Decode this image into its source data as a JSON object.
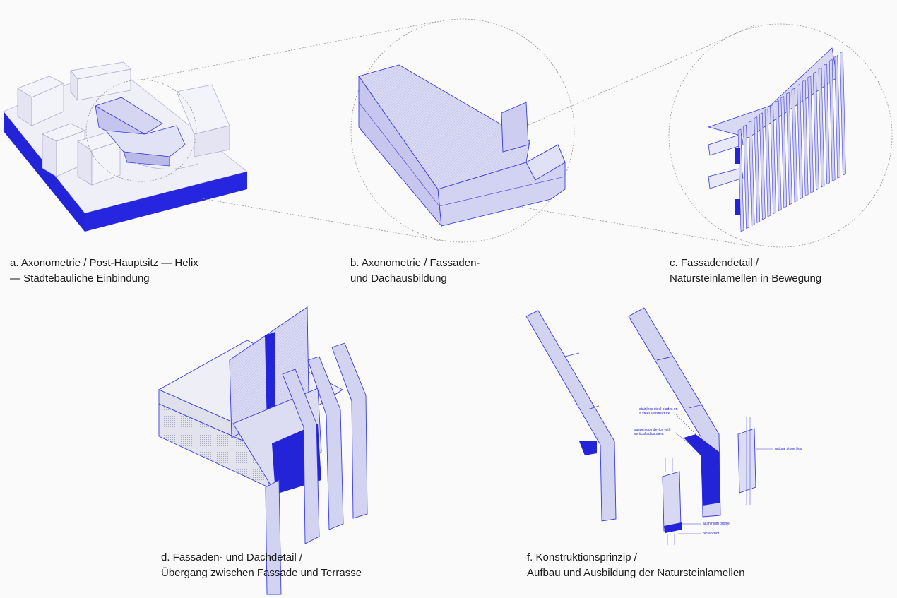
{
  "colors": {
    "accent": "#2323d8",
    "fill_light": "#d6d6f3",
    "fill_mid": "#babaea",
    "line": "#3a3ae0",
    "background": "#fafafa"
  },
  "captions": {
    "a": {
      "line1": "a. Axonometrie / Post-Hauptsitz — Helix",
      "line2": "— Städtebauliche Einbindung"
    },
    "b": {
      "line1": "b. Axonometrie / Fassaden-",
      "line2": "und Dachausbildung"
    },
    "c": {
      "line1": "c. Fassadendetail /",
      "line2": "Natursteinlamellen in Bewegung"
    },
    "d": {
      "line1": "d. Fassaden- und Dachdetail /",
      "line2": "Übergang zwischen Fassade und Terrasse"
    },
    "f": {
      "line1": "f. Konstruktionsprinzip /",
      "line2": "Aufbau und Ausbildung der Natursteinlamellen"
    }
  },
  "annotations": {
    "blades": {
      "line1": "stainless steel blades on",
      "line2": "a steel substructure"
    },
    "suspension": {
      "line1": "suspension device with",
      "line2": "vertical adjustment"
    },
    "fins": "natural stone fins",
    "profile": "aluminium profile",
    "anchor": "pin anchor"
  }
}
